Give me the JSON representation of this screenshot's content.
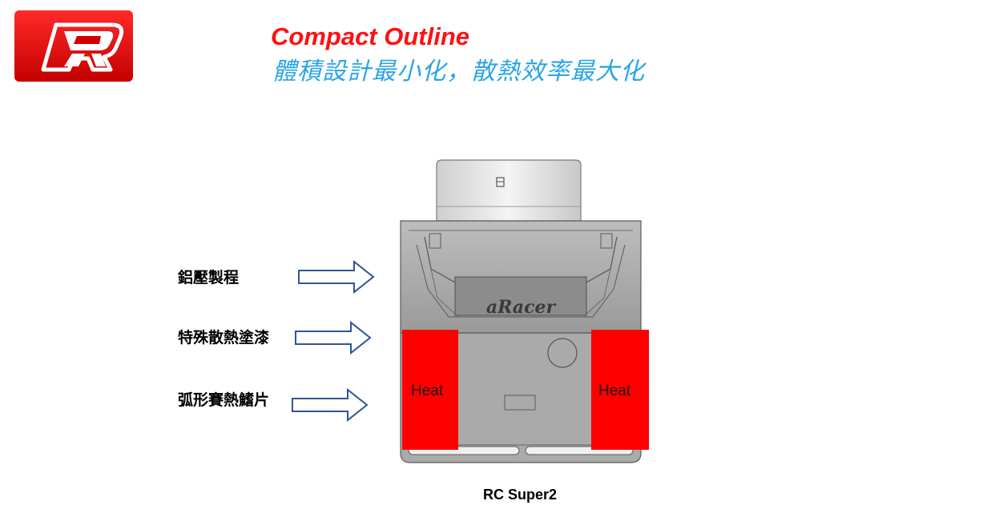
{
  "header": {
    "logo_icon": "aracer-r-logo-icon",
    "title": "Compact Outline",
    "subtitle": "體積設計最小化，散熱效率最大化"
  },
  "callouts": [
    {
      "label": "鋁壓製程"
    },
    {
      "label": "特殊散熱塗漆"
    },
    {
      "label": "弧形賽熱鰭片"
    }
  ],
  "device": {
    "brand_mark": "aRacer",
    "heat_left": "Heat",
    "heat_right": "Heat"
  },
  "caption": "RC Super2",
  "colors": {
    "title": "#ff1010",
    "subtitle": "#2aa5e6",
    "heat": "#ff0000",
    "arrow": "#2f5597",
    "logo": "#e30613"
  }
}
